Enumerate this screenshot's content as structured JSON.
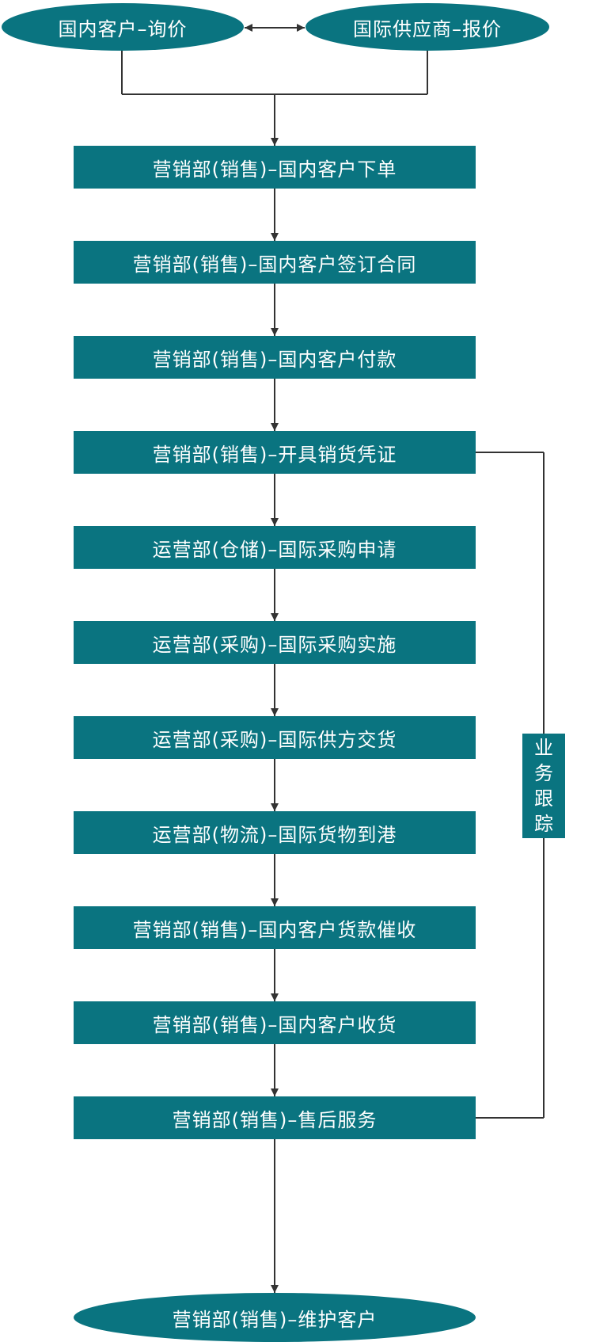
{
  "top_nodes": {
    "left": "国内客户–询价",
    "right": "国际供应商–报价"
  },
  "steps": [
    "营销部(销售)–国内客户下单",
    "营销部(销售)–国内客户签订合同",
    "营销部(销售)–国内客户付款",
    "营销部(销售)–开具销货凭证",
    "运营部(仓储)–国际采购申请",
    "运营部(采购)–国际采购实施",
    "运营部(采购)–国际供方交货",
    "运营部(物流)–国际货物到港",
    "营销部(销售)–国内客户货款催收",
    "营销部(销售)–国内客户收货",
    "营销部(销售)–售后服务"
  ],
  "end_node": "营销部(销售)–维护客户",
  "side_label": [
    "业",
    "务",
    "跟",
    "踪"
  ],
  "colors": {
    "node_fill": "#0a7480",
    "text": "#ffffff",
    "line": "#333333"
  }
}
